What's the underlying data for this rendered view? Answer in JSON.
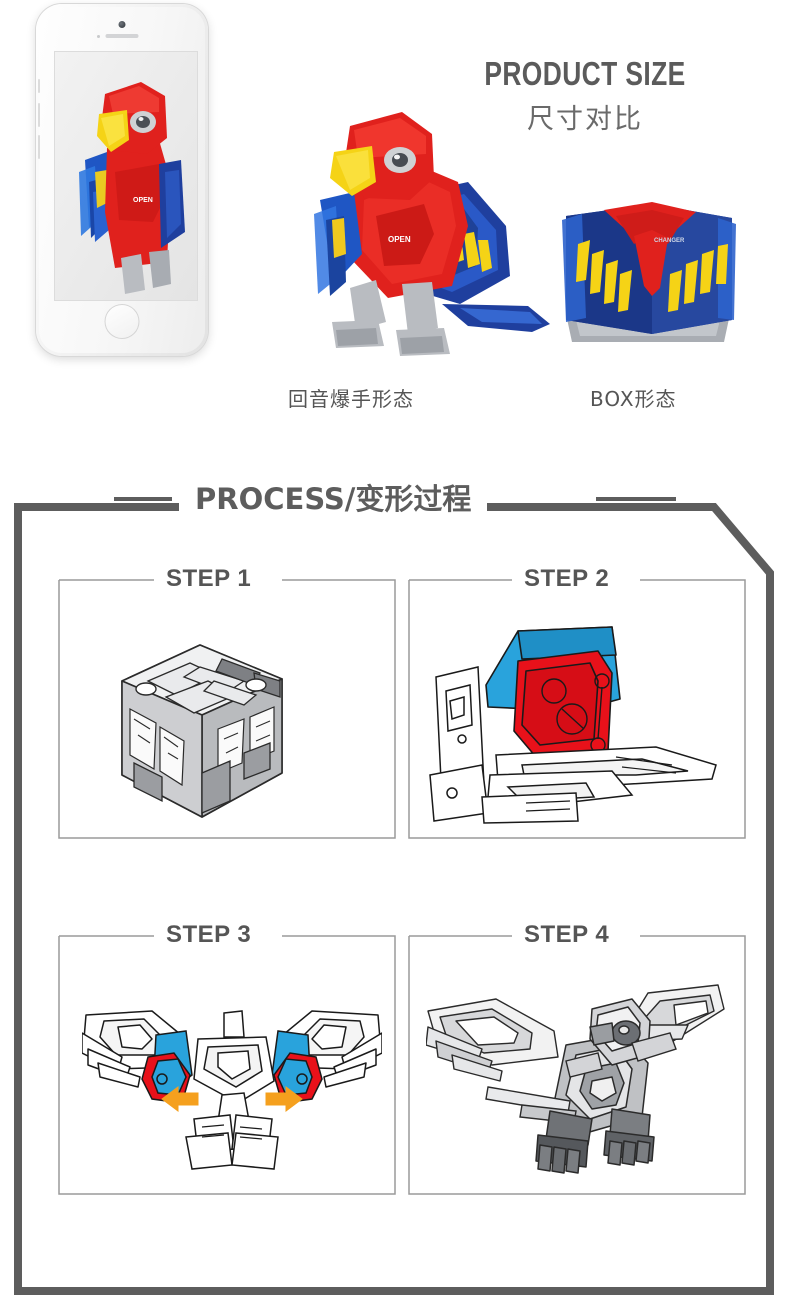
{
  "size_section": {
    "title_en": "PRODUCT SIZE",
    "title_cn": "尺寸对比",
    "phone": {
      "name": "iphone-mockup",
      "screen_content": "parrot-robot-photo"
    },
    "products": [
      {
        "id": "bird-form",
        "caption": "回音爆手形态"
      },
      {
        "id": "box-form",
        "caption": "BOX形态"
      }
    ]
  },
  "process_section": {
    "title": "PROCESS/变形过程",
    "steps": [
      {
        "label": "STEP 1",
        "art": "cube-lineart"
      },
      {
        "label": "STEP 2",
        "art": "unfolding-lineart"
      },
      {
        "label": "STEP 3",
        "art": "wings-lineart"
      },
      {
        "label": "STEP 4",
        "art": "parrot-lineart"
      }
    ]
  },
  "colors": {
    "text_dark": "#555555",
    "frame": "#5d5d5d",
    "card_border": "#9a9a9a",
    "accent_red": "#e8111a",
    "accent_blue": "#29a3dc",
    "accent_orange": "#f5a01e",
    "toy_red": "#e0211d",
    "toy_blue": "#1f3f9e",
    "toy_yellow": "#f7d417",
    "toy_silver": "#b9bcc1"
  }
}
